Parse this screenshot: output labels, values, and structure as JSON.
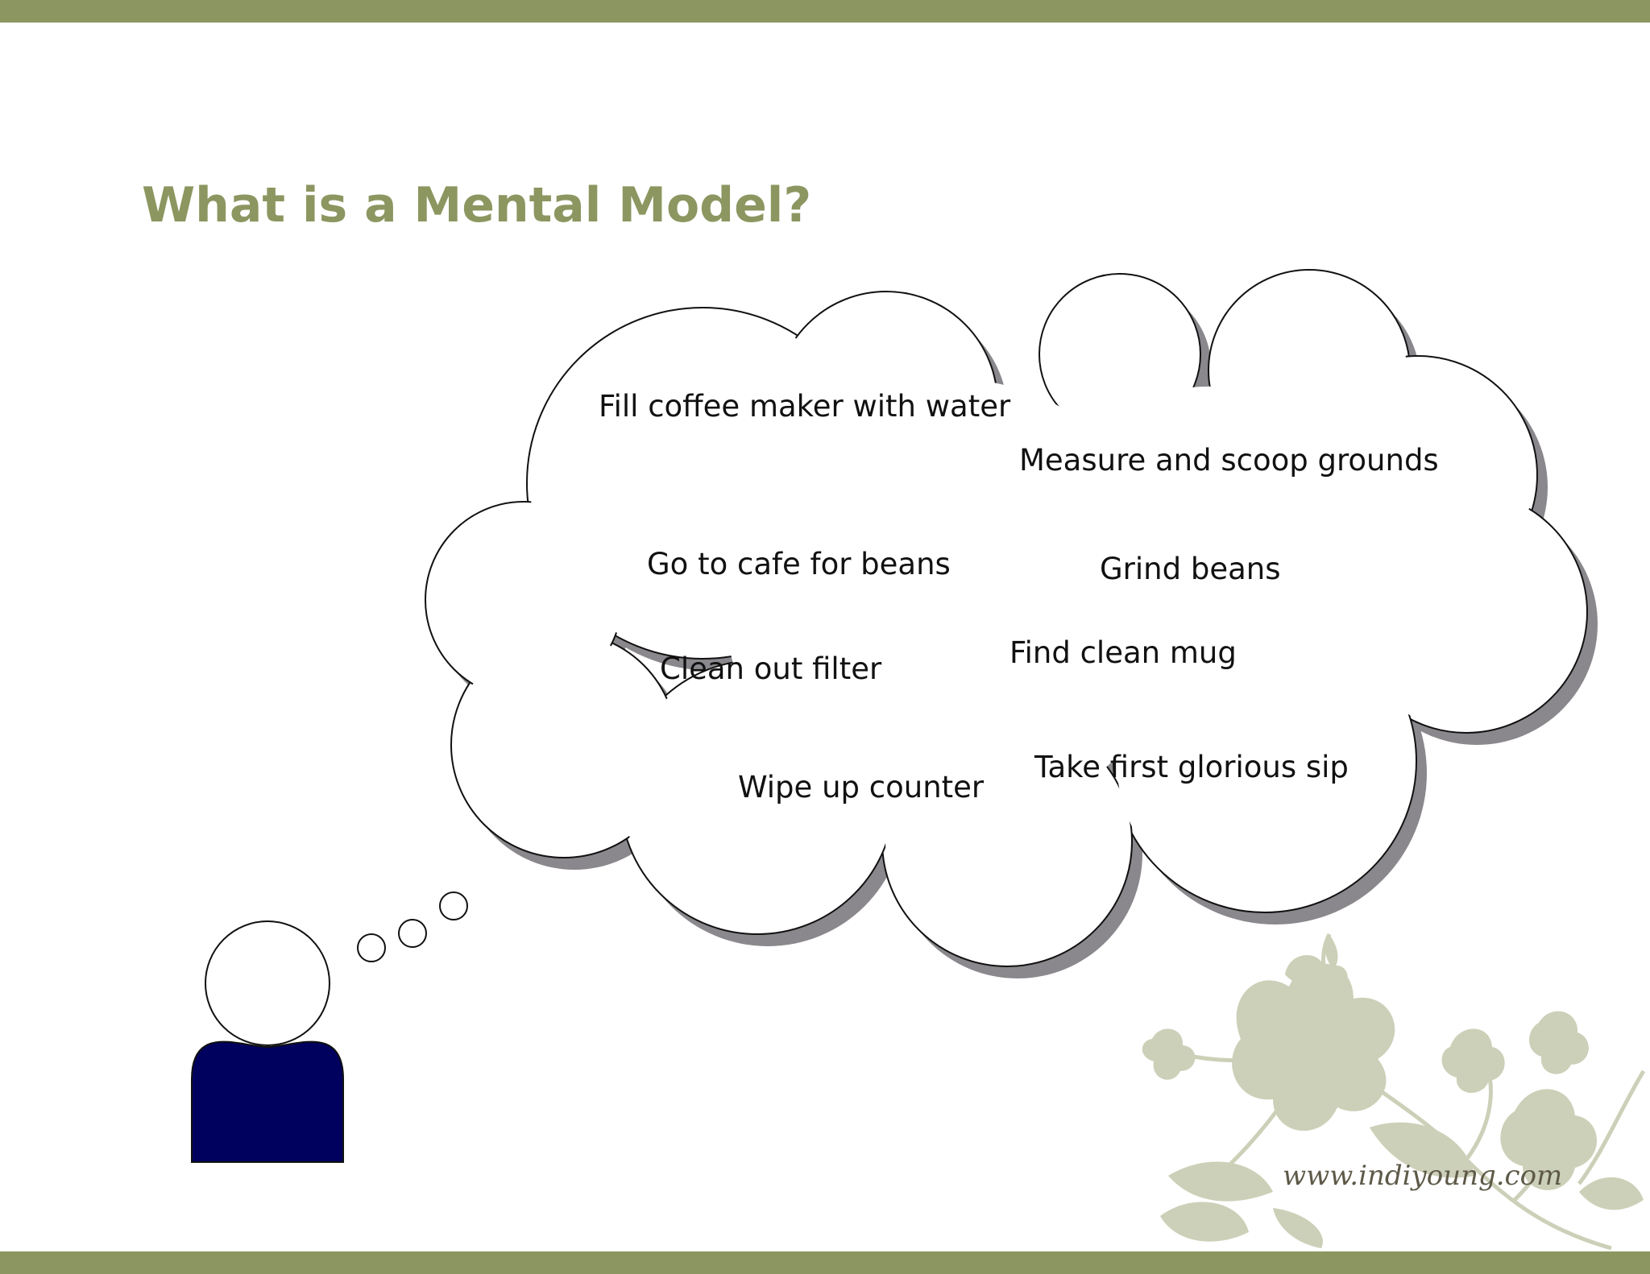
{
  "slide": {
    "title": "What is a Mental Model?"
  },
  "thought": {
    "steps": [
      "Fill coffee maker with water",
      "Measure and scoop grounds",
      "Go to cafe for beans",
      "Grind beans",
      "Clean out filter",
      "Find clean mug",
      "Wipe up counter",
      "Take first glorious sip"
    ]
  },
  "footer": {
    "website": "www.indiyoung.com"
  },
  "colors": {
    "accent": "#8c9660",
    "person_body": "#00005e",
    "cloud_shadow": "#8a888c",
    "floral": "#cdd0b8"
  }
}
